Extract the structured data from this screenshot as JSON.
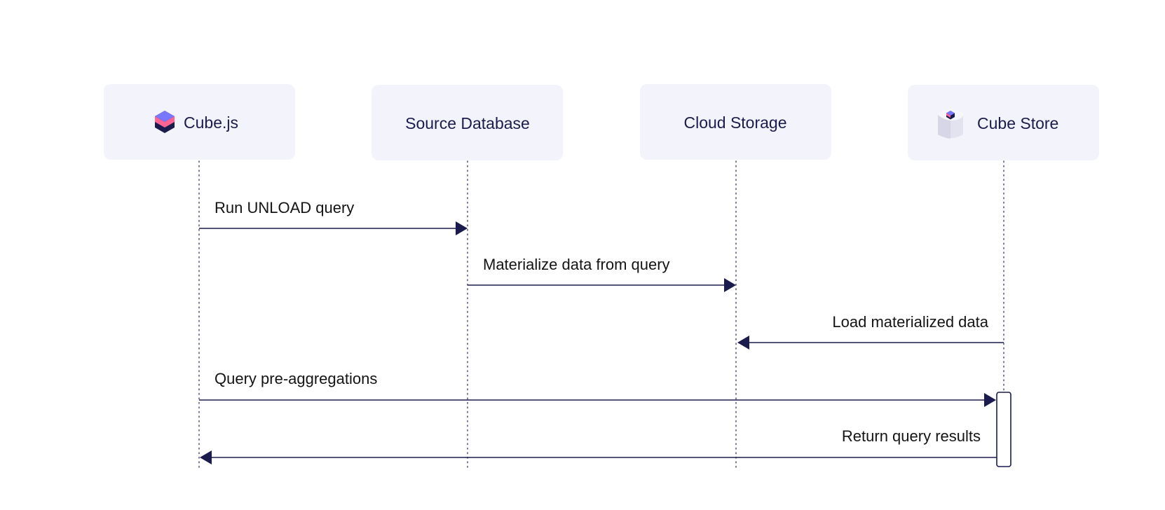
{
  "participants": [
    {
      "id": "cubejs",
      "label": "Cube.js",
      "icon": "cubejs-logo-icon"
    },
    {
      "id": "source-database",
      "label": "Source Database",
      "icon": null
    },
    {
      "id": "cloud-storage",
      "label": "Cloud Storage",
      "icon": null
    },
    {
      "id": "cube-store",
      "label": "Cube Store",
      "icon": "cube-store-logo-icon"
    }
  ],
  "messages": [
    {
      "from": "cubejs",
      "to": "source-database",
      "label": "Run UNLOAD query"
    },
    {
      "from": "source-database",
      "to": "cloud-storage",
      "label": "Materialize data from query"
    },
    {
      "from": "cube-store",
      "to": "cloud-storage",
      "label": "Load materialized data"
    },
    {
      "from": "cubejs",
      "to": "cube-store",
      "label": "Query pre-aggregations"
    },
    {
      "from": "cube-store",
      "to": "cubejs",
      "label": "Return query results"
    }
  ],
  "colors": {
    "box_fill": "#f3f3fb",
    "ink": "#1b1c4d",
    "logo_pink": "#ff6492",
    "logo_purple": "#7a77ff"
  }
}
